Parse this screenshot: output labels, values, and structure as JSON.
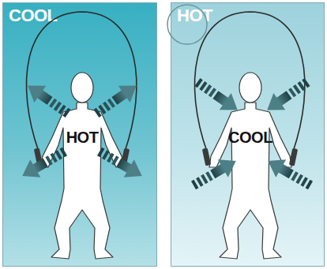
{
  "diagram": {
    "nodes": [
      {
        "text": [
          "COOL"
        ]
      },
      {
        "text": [
          "HOT"
        ],
        "in": 0
      },
      {
        "text": [
          "HOT"
        ]
      },
      {
        "text": [
          "COOL"
        ],
        "in": 2
      }
    ]
  }
}
